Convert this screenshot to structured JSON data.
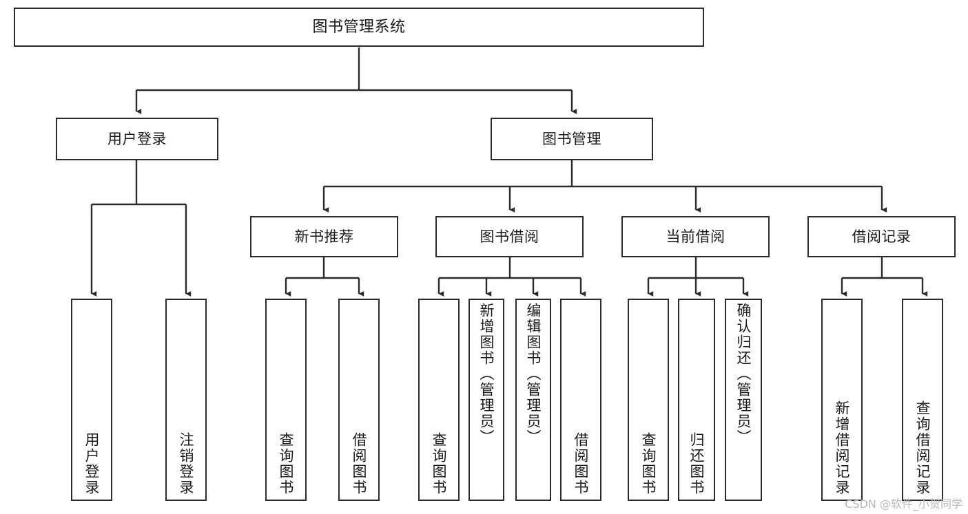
{
  "diagram": {
    "type": "tree",
    "title": "图书管理系统",
    "watermark": "CSDN @软件_小贺同学",
    "colors": {
      "border": "#2b2b2b",
      "background": "#ffffff",
      "text": "#1a1a1a",
      "watermark": "#b8b8b8"
    },
    "nodes": {
      "root": {
        "label": "图书管理系统"
      },
      "level2": [
        {
          "id": "user-login",
          "label": "用户登录"
        },
        {
          "id": "book-manage",
          "label": "图书管理"
        }
      ],
      "level3": [
        {
          "id": "new-book-rec",
          "label": "新书推荐"
        },
        {
          "id": "book-borrow",
          "label": "图书借阅"
        },
        {
          "id": "current-borrow",
          "label": "当前借阅"
        },
        {
          "id": "borrow-record",
          "label": "借阅记录"
        }
      ],
      "leaves": {
        "user_login": [
          {
            "id": "leaf-user-login",
            "label": "用户登录"
          },
          {
            "id": "leaf-logout",
            "label": "注销登录"
          }
        ],
        "new_book_rec": [
          {
            "id": "leaf-query-book-1",
            "label": "查询图书"
          },
          {
            "id": "leaf-borrow-book-1",
            "label": "借阅图书"
          }
        ],
        "book_borrow": [
          {
            "id": "leaf-query-book-2",
            "label": "查询图书"
          },
          {
            "id": "leaf-add-book",
            "label": "新增图书（管理员）"
          },
          {
            "id": "leaf-edit-book",
            "label": "编辑图书（管理员）"
          },
          {
            "id": "leaf-borrow-book-2",
            "label": "借阅图书"
          }
        ],
        "current_borrow": [
          {
            "id": "leaf-query-book-3",
            "label": "查询图书"
          },
          {
            "id": "leaf-return-book",
            "label": "归还图书"
          },
          {
            "id": "leaf-confirm-return",
            "label": "确认归还（管理员）"
          }
        ],
        "borrow_record": [
          {
            "id": "leaf-add-record",
            "label": "新增借阅记录"
          },
          {
            "id": "leaf-query-record",
            "label": "查询借阅记录"
          }
        ]
      }
    }
  }
}
